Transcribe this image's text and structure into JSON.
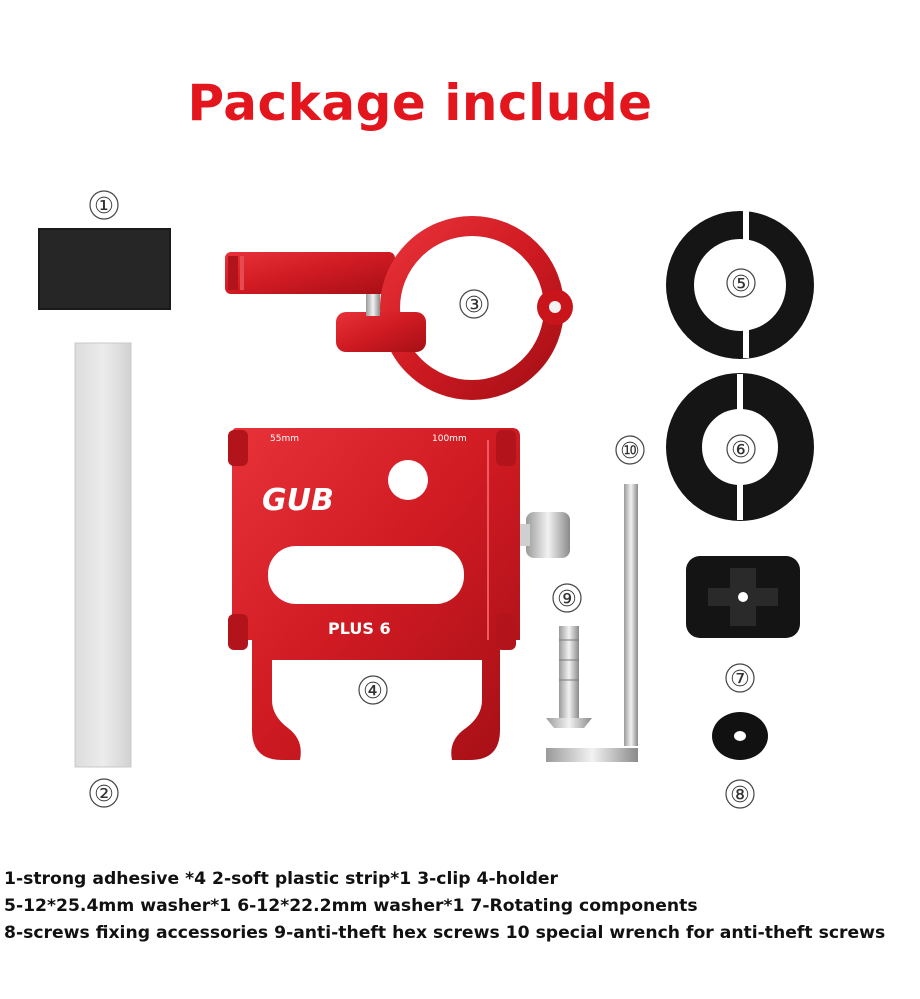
{
  "title": "Package include",
  "colors": {
    "red": "#e3161d",
    "part_red": "#cf1a22",
    "black": "#111111"
  },
  "callouts": [
    "①",
    "②",
    "③",
    "④",
    "⑤",
    "⑥",
    "⑦",
    "⑧",
    "⑨",
    "⑩"
  ],
  "holder_text": {
    "brand": "GUB",
    "model": "PLUS 6",
    "scale_left": "55mm",
    "scale_right": "100mm"
  },
  "description_lines": [
    "1-strong adhesive *4 2-soft plastic strip*1 3-clip 4-holder",
    "5-12*25.4mm washer*1 6-12*22.2mm washer*1    7-Rotating components",
    "8-screws fixing accessories 9-anti-theft hex screws 10 special wrench for anti-theft screws"
  ]
}
